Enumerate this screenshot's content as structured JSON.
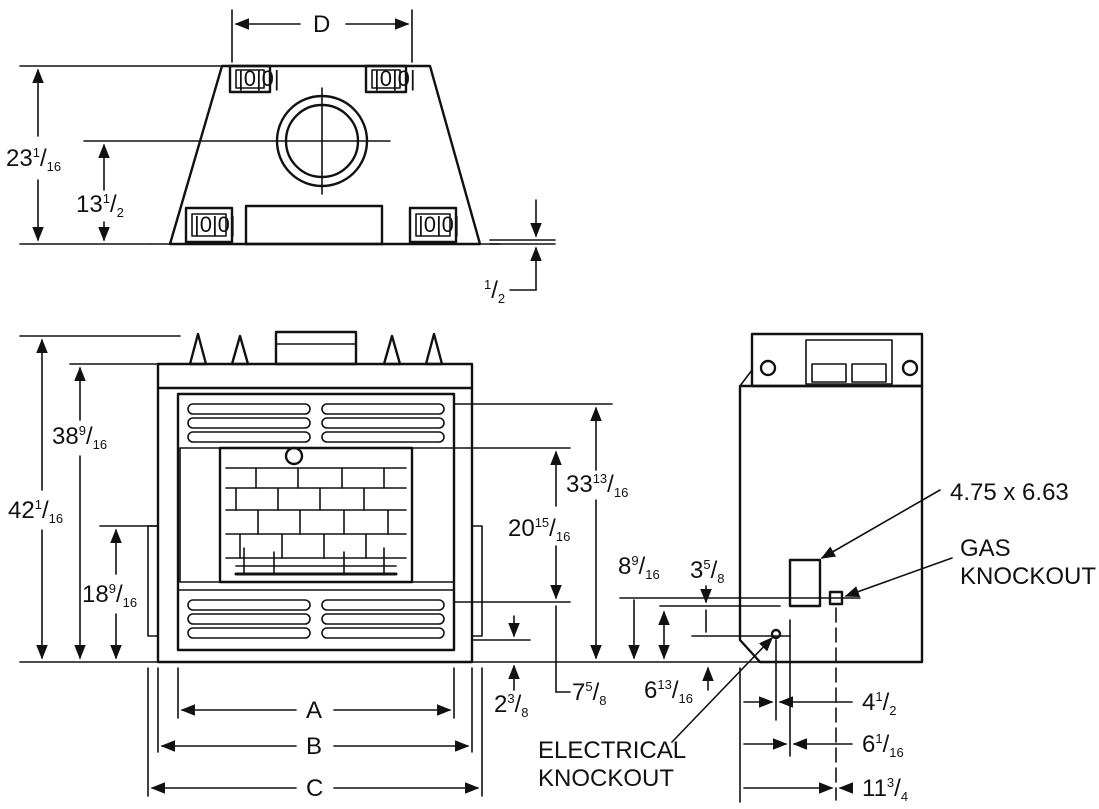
{
  "colors": {
    "line": "#111111",
    "background": "#ffffff",
    "hatch": "#222222"
  },
  "top_view": {
    "dim_width_label": "D",
    "dim_height_total": {
      "whole": "23",
      "num": "1",
      "den": "16"
    },
    "dim_flue_height": {
      "whole": "13",
      "num": "1",
      "den": "2"
    },
    "dim_offset": {
      "whole": "",
      "num": "1",
      "den": "2"
    }
  },
  "front_view": {
    "dim_total_height": {
      "whole": "42",
      "num": "1",
      "den": "16"
    },
    "dim_top_height": {
      "whole": "38",
      "num": "9",
      "den": "16"
    },
    "dim_mid_height": {
      "whole": "18",
      "num": "9",
      "den": "16"
    },
    "dim_opening_height": {
      "whole": "33",
      "num": "13",
      "den": "16"
    },
    "dim_inner_height": {
      "whole": "20",
      "num": "15",
      "den": "16"
    },
    "dim_base_offset": {
      "whole": "2",
      "num": "3",
      "den": "8"
    },
    "dim_lower_offset": {
      "whole": "7",
      "num": "5",
      "den": "8"
    },
    "dim_a": "A",
    "dim_b": "B",
    "dim_c": "C"
  },
  "side_view": {
    "dim_8_9_16": {
      "whole": "8",
      "num": "9",
      "den": "16"
    },
    "dim_3_5_8": {
      "whole": "3",
      "num": "5",
      "den": "8"
    },
    "dim_6_13_16": {
      "whole": "6",
      "num": "13",
      "den": "16"
    },
    "dim_4_1_2": {
      "whole": "4",
      "num": "1",
      "den": "2"
    },
    "dim_6_1_16": {
      "whole": "6",
      "num": "1",
      "den": "16"
    },
    "dim_11_3_4": {
      "whole": "11",
      "num": "3",
      "den": "4"
    },
    "knockout_size": "4.75 x 6.63",
    "gas_knockout_line1": "GAS",
    "gas_knockout_line2": "KNOCKOUT",
    "electrical_knockout_line1": "ELECTRICAL",
    "electrical_knockout_line2": "KNOCKOUT"
  }
}
